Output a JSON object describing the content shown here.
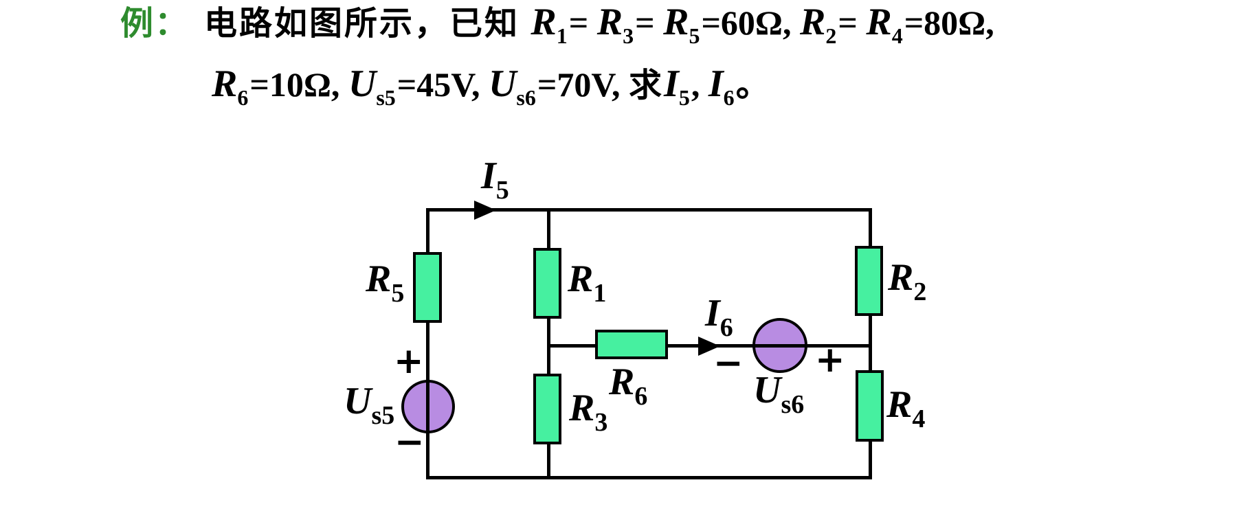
{
  "problem": {
    "label": "例：",
    "line1_intro": "电路如图所示，已知 ",
    "line1_terms": [
      {
        "base": "R",
        "sub": "1",
        "tail": "= "
      },
      {
        "base": "R",
        "sub": "3",
        "tail": "= "
      },
      {
        "base": "R",
        "sub": "5",
        "tail": "=60Ω, "
      },
      {
        "base": "R",
        "sub": "2",
        "tail": "= "
      },
      {
        "base": "R",
        "sub": "4",
        "tail": "=80Ω,"
      }
    ],
    "line2_terms_a": [
      {
        "base": "R",
        "sub": "6",
        "tail": "=10Ω, "
      },
      {
        "base": "U",
        "sub": "s5",
        "tail": "=45V, "
      },
      {
        "base": "U",
        "sub": "s6",
        "tail": "=70V, "
      }
    ],
    "line2_mid": "求",
    "line2_terms_b": [
      {
        "base": "I",
        "sub": "5",
        "tail": ", "
      },
      {
        "base": "I",
        "sub": "6",
        "tail": "。"
      }
    ]
  },
  "circuit": {
    "labels": {
      "i5": {
        "base": "I",
        "sub": "5"
      },
      "i6": {
        "base": "I",
        "sub": "6"
      },
      "r1": {
        "base": "R",
        "sub": "1"
      },
      "r2": {
        "base": "R",
        "sub": "2"
      },
      "r3": {
        "base": "R",
        "sub": "3"
      },
      "r4": {
        "base": "R",
        "sub": "4"
      },
      "r5": {
        "base": "R",
        "sub": "5"
      },
      "r6": {
        "base": "R",
        "sub": "6"
      },
      "us5": {
        "base": "U",
        "sub": "s5"
      },
      "us6": {
        "base": "U",
        "sub": "s6"
      }
    },
    "signs": {
      "plus": "+",
      "minus": "−"
    }
  },
  "colors": {
    "example_label": "#2e8b2e",
    "resistor_fill": "#46f0a0",
    "source_fill": "#b88ce2",
    "wire": "#000000",
    "text": "#000000",
    "background": "#ffffff"
  }
}
